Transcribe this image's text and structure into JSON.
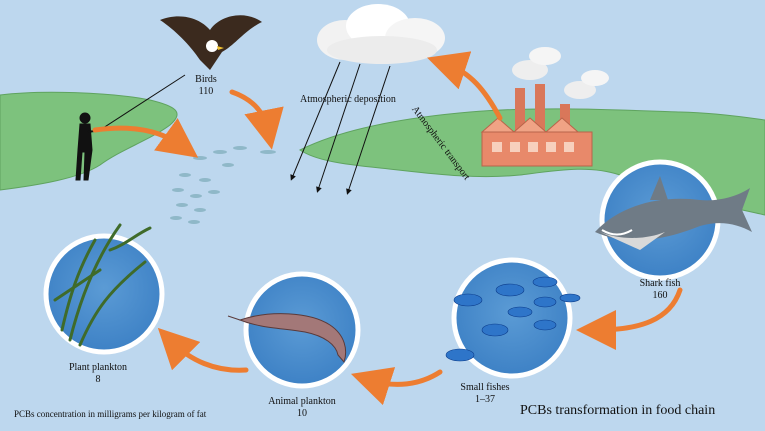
{
  "title": "PCBs transformation in food chain",
  "caption": "PCBs concentration in milligrams per kilogram of fat",
  "labels": {
    "atmospheric_deposition": "Atmospheric   deposition",
    "atmospheric_transport": "Atmospheric   transport"
  },
  "organisms": {
    "birds": {
      "name": "Birds",
      "value": "110"
    },
    "shark": {
      "name": "Shark fish",
      "value": "160"
    },
    "small_fishes": {
      "name": "Small fishes",
      "value": "1–37"
    },
    "animal_plankton": {
      "name": "Animal plankton",
      "value": "10"
    },
    "plant_plankton": {
      "name": "Plant plankton",
      "value": "8"
    }
  },
  "colors": {
    "background": "#bdd7ee",
    "land": "#7dc27d",
    "circle": "#4a90d9",
    "arrow": "#ed7d31",
    "factory": "#e8896a"
  }
}
